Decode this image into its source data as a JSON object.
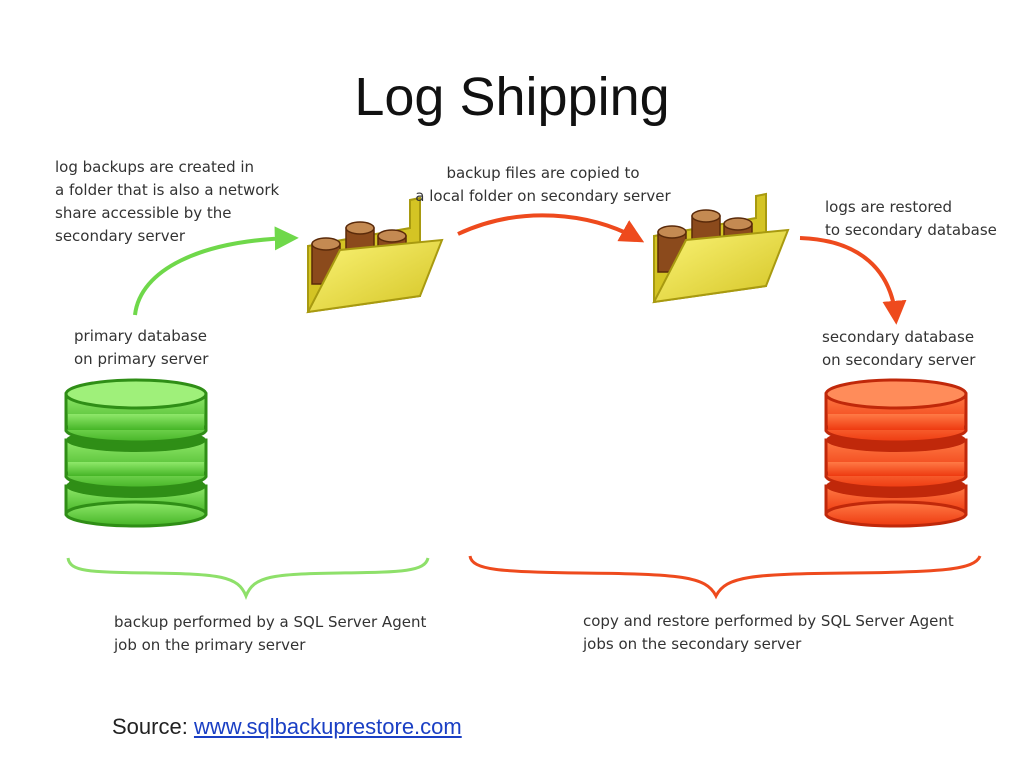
{
  "title": "Log Shipping",
  "notes": {
    "log_backups": [
      "log backups are created in",
      "a folder that is also a network",
      "share accessible by the",
      "secondary server"
    ],
    "copied": [
      "backup files are copied to",
      "a local folder on secondary server"
    ],
    "restored": [
      "logs are restored",
      "to secondary database"
    ],
    "primary_db": [
      "primary database",
      "on primary server"
    ],
    "secondary_db": [
      "secondary database",
      "on secondary server"
    ],
    "primary_job": [
      "backup performed by a SQL Server Agent",
      "job on the primary server"
    ],
    "secondary_job": [
      "copy and restore performed by SQL Server Agent",
      "jobs on the secondary server"
    ]
  },
  "source": {
    "label": "Source:",
    "link": "www.sqlbackuprestore.com"
  },
  "colors": {
    "primary_green": "#5fd33a",
    "secondary_red": "#ff4a1a",
    "folder_yellow": "#e8e23a",
    "log_brown": "#8b4a1c"
  },
  "icons": [
    "primary-database-icon",
    "secondary-database-icon",
    "network-share-folder-icon",
    "local-folder-icon"
  ]
}
